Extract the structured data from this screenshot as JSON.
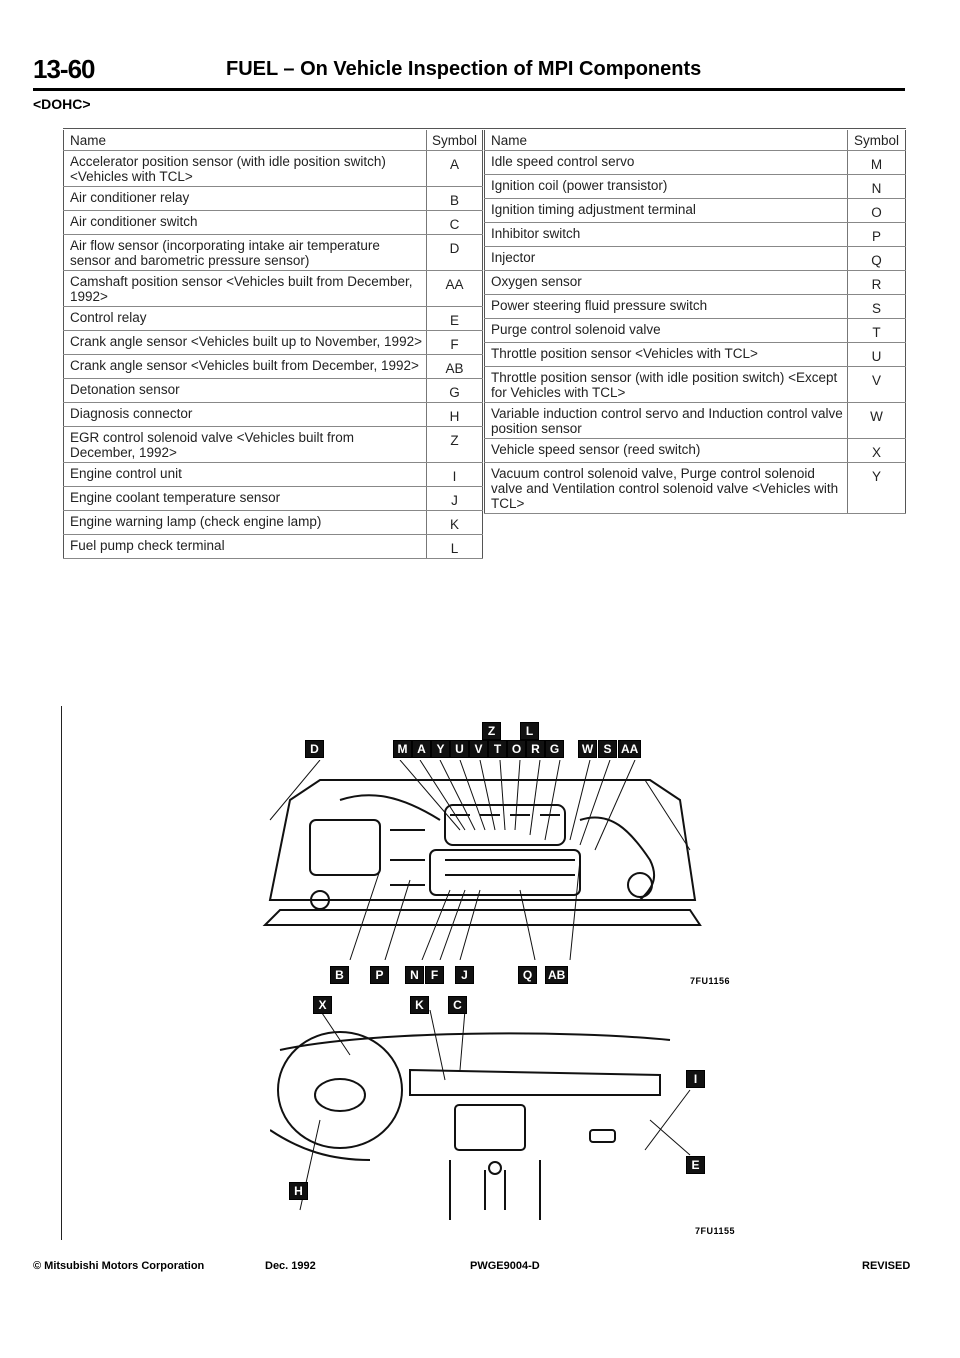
{
  "header": {
    "page_number": "13-60",
    "section_title": "FUEL – On Vehicle Inspection of MPI Components",
    "subheading": "<DOHC>"
  },
  "table_headers": {
    "name": "Name",
    "symbol": "Symbol"
  },
  "left_table": [
    {
      "name": "Accelerator position sensor (with idle position switch) <Vehicles with TCL>",
      "symbol": "A"
    },
    {
      "name": "Air conditioner relay",
      "symbol": "B"
    },
    {
      "name": "Air conditioner switch",
      "symbol": "C"
    },
    {
      "name": "Air flow sensor (incorporating intake air temperature sensor and barometric pressure sensor)",
      "symbol": "D"
    },
    {
      "name": "Camshaft position sensor <Vehicles built from December, 1992>",
      "symbol": "AA"
    },
    {
      "name": "Control relay",
      "symbol": "E"
    },
    {
      "name": "Crank angle sensor <Vehicles built up to November, 1992>",
      "symbol": "F"
    },
    {
      "name": "Crank angle sensor <Vehicles built from December, 1992>",
      "symbol": "AB"
    },
    {
      "name": "Detonation sensor",
      "symbol": "G"
    },
    {
      "name": "Diagnosis connector",
      "symbol": "H"
    },
    {
      "name": "EGR control solenoid valve <Vehicles built from December, 1992>",
      "symbol": "Z"
    },
    {
      "name": "Engine control unit",
      "symbol": "I"
    },
    {
      "name": "Engine coolant temperature sensor",
      "symbol": "J"
    },
    {
      "name": "Engine warning lamp (check engine lamp)",
      "symbol": "K"
    },
    {
      "name": "Fuel pump check terminal",
      "symbol": "L"
    }
  ],
  "right_table": [
    {
      "name": "Idle speed control servo",
      "symbol": "M"
    },
    {
      "name": "Ignition coil (power transistor)",
      "symbol": "N"
    },
    {
      "name": "Ignition timing adjustment terminal",
      "symbol": "O"
    },
    {
      "name": "Inhibitor switch",
      "symbol": "P"
    },
    {
      "name": "Injector",
      "symbol": "Q"
    },
    {
      "name": "Oxygen sensor",
      "symbol": "R"
    },
    {
      "name": "Power steering fluid pressure switch",
      "symbol": "S"
    },
    {
      "name": "Purge control solenoid valve",
      "symbol": "T"
    },
    {
      "name": "Throttle position sensor <Vehicles with TCL>",
      "symbol": "U"
    },
    {
      "name": "Throttle position sensor (with idle position switch) <Except for Vehicles with TCL>",
      "symbol": "V"
    },
    {
      "name": "Variable induction control servo and Induction control valve position sensor",
      "symbol": "W"
    },
    {
      "name": "Vehicle speed sensor (reed switch)",
      "symbol": "X"
    },
    {
      "name": "Vacuum control solenoid valve, Purge control solenoid valve and Ventilation control solenoid valve <Vehicles with TCL>",
      "symbol": "Y"
    }
  ],
  "engine_figure": {
    "ref": "7FU1156",
    "top_tags": [
      "Z",
      "L"
    ],
    "row_tags": [
      "M",
      "A",
      "Y",
      "U",
      "V",
      "T",
      "O",
      "R",
      "G"
    ],
    "right_tags": [
      "W",
      "S",
      "AA"
    ],
    "left_tag": "D",
    "bottom_tags": [
      "B",
      "P",
      "N",
      "F",
      "J",
      "Q",
      "AB"
    ]
  },
  "cabin_figure": {
    "ref": "7FU1155",
    "top_tags": [
      "X",
      "K",
      "C"
    ],
    "right_tags": [
      "I",
      "E"
    ],
    "left_tag": "H"
  },
  "footer": {
    "copyright": "© Mitsubishi Motors Corporation",
    "date": "Dec. 1992",
    "code": "PWGE9004-D",
    "status": "REVISED"
  }
}
